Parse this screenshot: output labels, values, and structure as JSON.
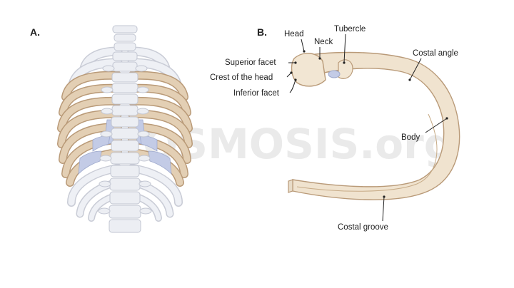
{
  "panels": {
    "a_label": "A.",
    "b_label": "B."
  },
  "labels": {
    "head": "Head",
    "neck": "Neck",
    "tubercle": "Tubercle",
    "superior_facet": "Superior facet",
    "crest_of_head": "Crest of the head",
    "inferior_facet": "Inferior facet",
    "costal_angle": "Costal angle",
    "body": "Body",
    "costal_groove": "Costal groove"
  },
  "watermark": "OSMOSIS.org",
  "colors": {
    "rib_highlight": "#e3cfb4",
    "rib_outline": "#b99a78",
    "rib_grey": "#e6e8ee",
    "cartilage": "#c3cbe6",
    "vertebra": "#eceef3"
  }
}
